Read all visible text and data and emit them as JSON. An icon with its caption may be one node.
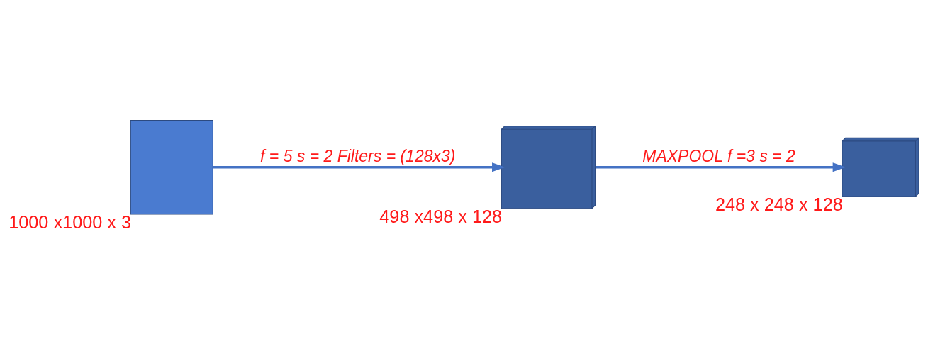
{
  "diagram": {
    "nodes": [
      {
        "text": [
          "1000 x1000 x 3"
        ]
      },
      {
        "text": [
          "498 x498 x 128"
        ]
      },
      {
        "text": [
          "248 x 248 x 128"
        ]
      }
    ],
    "edges": [
      {
        "from": 0,
        "to": 1,
        "arrow": "to",
        "label": "f = 5 s = 2 Filters = (128x3)"
      },
      {
        "from": 1,
        "to": 2,
        "arrow": "to",
        "label": "MAXPOOL f =3 s = 2"
      }
    ]
  }
}
